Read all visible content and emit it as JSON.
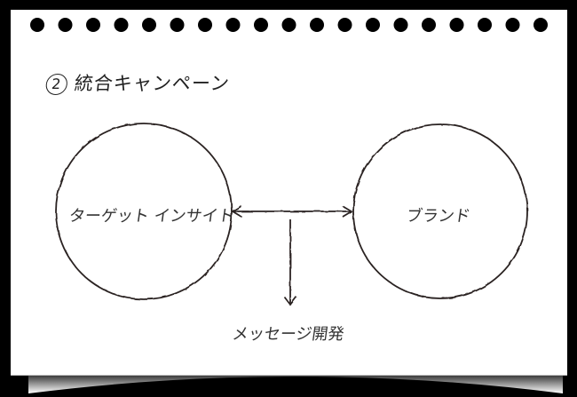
{
  "title": {
    "number": "2",
    "text": "統合キャンペーン"
  },
  "diagram": {
    "left_circle": {
      "label": "ターゲット インサイト"
    },
    "right_circle": {
      "label": "ブランド"
    },
    "output": {
      "label": "メッセージ開発"
    }
  },
  "colors": {
    "background": "#000000",
    "paper": "#ffffff",
    "ink": "#222222"
  },
  "binder_holes": {
    "count": 19
  }
}
